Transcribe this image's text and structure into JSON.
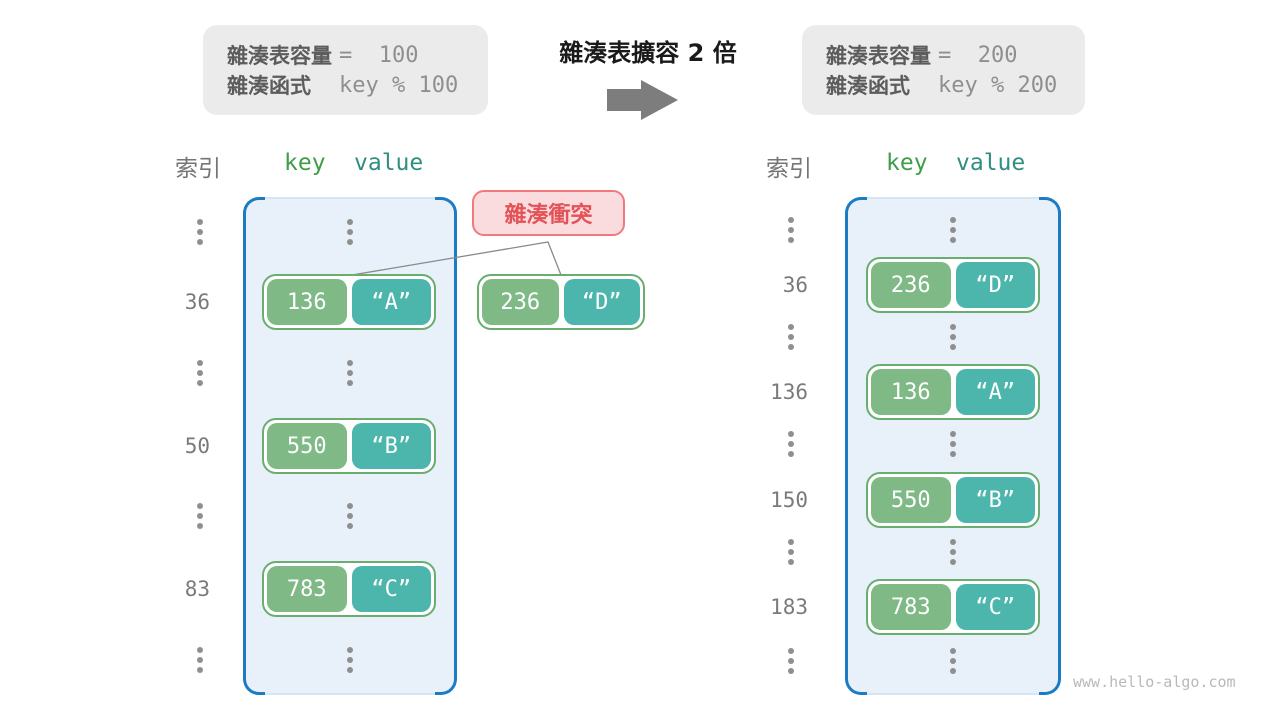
{
  "watermark": "www.hello-algo.com",
  "expand": {
    "title": "雜湊表擴容 2 倍"
  },
  "before": {
    "info": {
      "capacity_label": "雜湊表容量",
      "capacity_value": "=  100",
      "hash_label": "雜湊函式",
      "hash_value": "key % 100"
    },
    "headers": {
      "index": "索引",
      "key": "key",
      "value": "value"
    },
    "rows": [
      {
        "index": "36",
        "key": "136",
        "value": "“A”"
      },
      {
        "index": "50",
        "key": "550",
        "value": "“B”"
      },
      {
        "index": "83",
        "key": "783",
        "value": "“C”"
      }
    ]
  },
  "after": {
    "info": {
      "capacity_label": "雜湊表容量",
      "capacity_value": "=  200",
      "hash_label": "雜湊函式",
      "hash_value": "key % 200"
    },
    "headers": {
      "index": "索引",
      "key": "key",
      "value": "value"
    },
    "rows": [
      {
        "index": "36",
        "key": "236",
        "value": "“D”"
      },
      {
        "index": "136",
        "key": "136",
        "value": "“A”"
      },
      {
        "index": "150",
        "key": "550",
        "value": "“B”"
      },
      {
        "index": "183",
        "key": "783",
        "value": "“C”"
      }
    ]
  },
  "collision": {
    "label": "雜湊衝突",
    "pair": {
      "key": "236",
      "value": "“D”"
    }
  },
  "colors": {
    "key_box": "#7fb985",
    "value_box": "#4cb6ac",
    "pair_border": "#69ad6f",
    "bucket_border": "#1b7cc4",
    "bucket_bg": "#e8f1f9",
    "info_bg": "#ebebeb",
    "key_header_text": "#3f9c47",
    "value_header_text": "#2e8e80",
    "collision_accent": "#e25257",
    "arrow": "#7d7d7d"
  }
}
